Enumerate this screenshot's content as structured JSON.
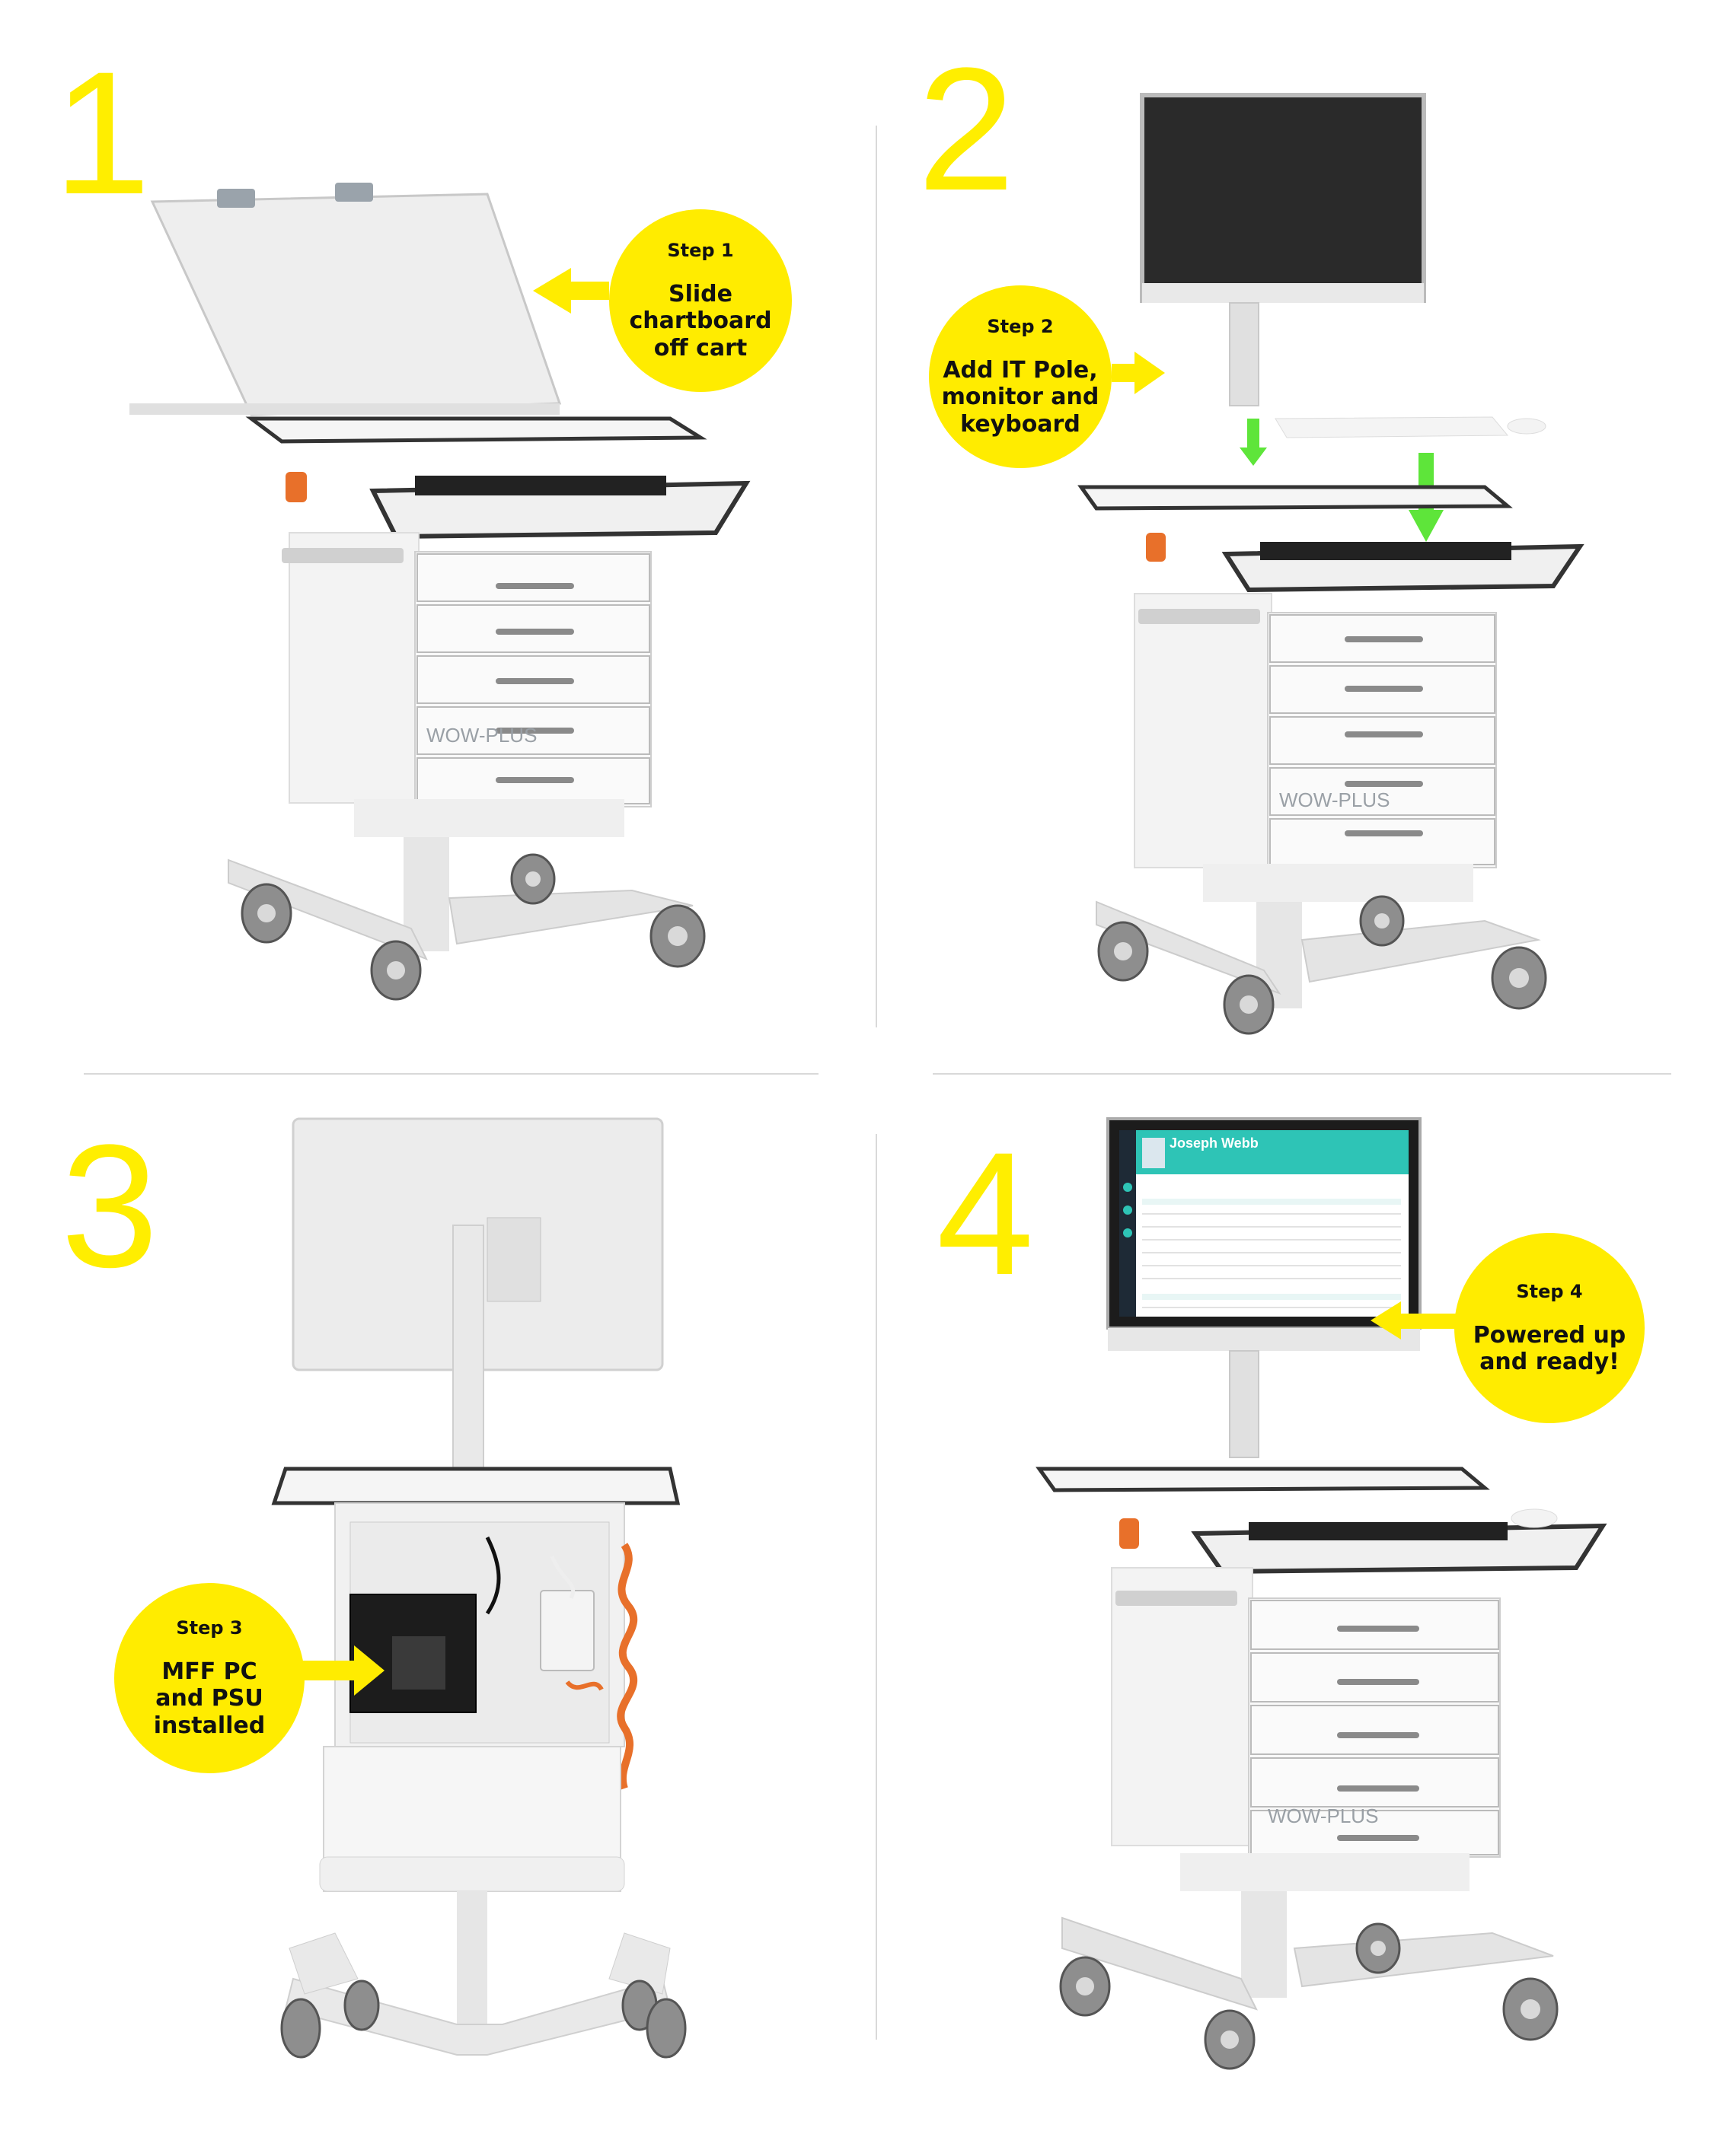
{
  "steps": [
    {
      "number": "1",
      "title": "Step 1",
      "lines": [
        "Slide",
        "chartboard",
        "off cart"
      ]
    },
    {
      "number": "2",
      "title": "Step 2",
      "lines": [
        "Add IT Pole,",
        "monitor and",
        "keyboard"
      ]
    },
    {
      "number": "3",
      "title": "Step 3",
      "lines": [
        "MFF PC",
        "and PSU",
        "installed"
      ]
    },
    {
      "number": "4",
      "title": "Step 4",
      "lines": [
        "Powered up",
        "and ready!"
      ]
    }
  ],
  "brand": {
    "logo_text": "WOW-PLUS"
  },
  "screen": {
    "patient_name": "Joseph Webb"
  },
  "colors": {
    "accent_yellow": "#ffec00",
    "number_yellow": "#ffee00",
    "arrow_green": "#5ee53a",
    "screen_teal": "#2ec4b6"
  }
}
